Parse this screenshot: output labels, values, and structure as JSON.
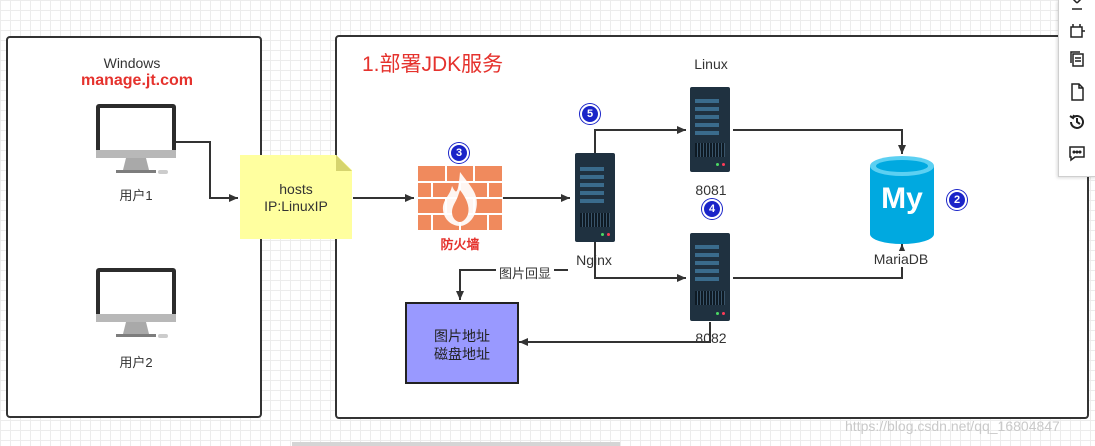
{
  "diagram": {
    "left_panel": {
      "title": "Windows",
      "domain": "manage.jt.com",
      "user1_label": "用户1",
      "user2_label": "用户2"
    },
    "hosts_note": {
      "line1": "hosts",
      "line2": "IP:LinuxIP"
    },
    "right_panel": {
      "title": "1.部署JDK服务",
      "linux_label": "Linux",
      "firewall_label": "防火墙",
      "nginx_label": "Nginx",
      "server1_label": "8081",
      "server2_label": "8082",
      "db_label": "MariaDB",
      "db_logo_text": "My",
      "image_echo_label": "图片回显",
      "storage_line1": "图片地址",
      "storage_line2": "磁盘地址"
    },
    "badges": {
      "b2": "2",
      "b3": "3",
      "b4": "4",
      "b5": "5"
    }
  },
  "toolbar": {
    "icons": [
      "format-icon",
      "resize-icon",
      "copy-pages-icon",
      "page-icon",
      "history-icon",
      "comment-icon"
    ]
  },
  "watermark": "https://blog.csdn.net/qq_16804847",
  "colors": {
    "title_red": "#e5322d",
    "firewall_orange": "#f08a5d",
    "server_dark": "#1f3140",
    "db_blue": "#00a9e0",
    "badge_blue": "#1a24c8",
    "note_yellow": "#ffff9f",
    "storage_purple": "#9999ff"
  }
}
